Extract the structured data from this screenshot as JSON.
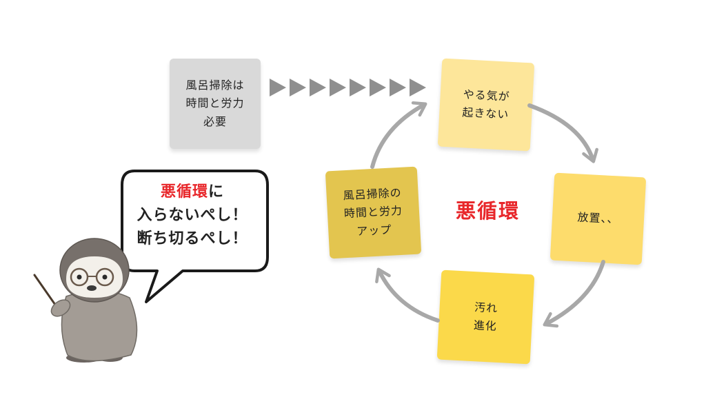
{
  "start_box": {
    "text": "風呂掃除は\n時間と労力\n必要",
    "color": "#d9d9d9"
  },
  "cycle": {
    "title": "悪循環",
    "title_color": "#e8262a",
    "steps": [
      {
        "text": "やる気が\n起きない",
        "color": "#fde69a"
      },
      {
        "text": "放置、、",
        "color": "#fddc6c"
      },
      {
        "text": "汚れ\n進化",
        "color": "#fbd94a"
      },
      {
        "text": "風呂掃除の\n時間と労力\nアップ",
        "color": "#e3c54f"
      }
    ],
    "arrow_color": "#a8a8a8"
  },
  "speech_bubble": {
    "line1_highlight": "悪循環",
    "line1_rest": "に",
    "line2": "入らないぺし！",
    "line3": "断ち切るぺし！"
  },
  "mascot": {
    "name": "penguin-teacher"
  }
}
